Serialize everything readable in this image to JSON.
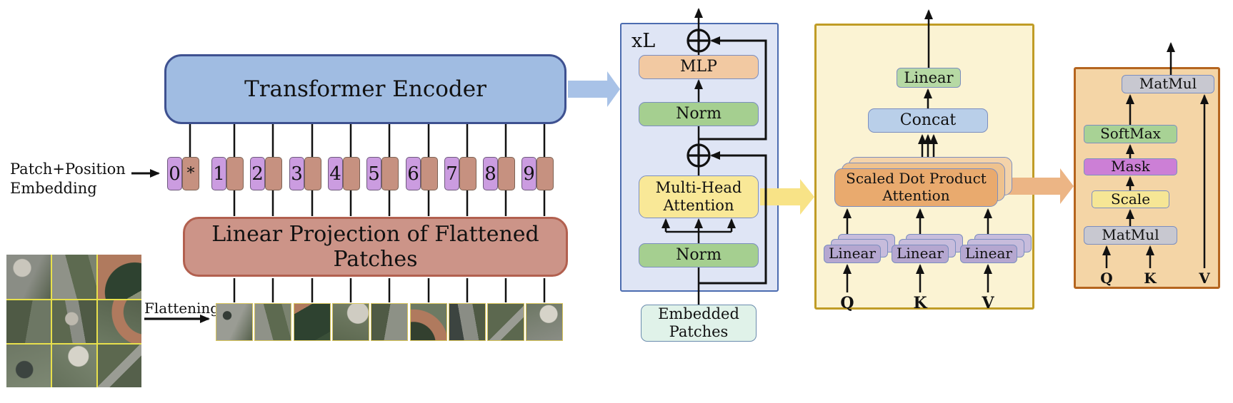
{
  "overview": {
    "embedding_label": "Patch+Position\nEmbedding",
    "encoder_label": "Transformer Encoder",
    "projection_label": "Linear Projection of Flattened Patches",
    "flattening_label": "Flattening",
    "tokens": [
      {
        "index": "0",
        "star": "*"
      },
      {
        "index": "1",
        "star": ""
      },
      {
        "index": "2",
        "star": ""
      },
      {
        "index": "3",
        "star": ""
      },
      {
        "index": "4",
        "star": ""
      },
      {
        "index": "5",
        "star": ""
      },
      {
        "index": "6",
        "star": ""
      },
      {
        "index": "7",
        "star": ""
      },
      {
        "index": "8",
        "star": ""
      },
      {
        "index": "9",
        "star": ""
      }
    ],
    "patch_count": 9
  },
  "encoder_panel": {
    "repeat_label": "xL",
    "mlp_label": "MLP",
    "norm_upper_label": "Norm",
    "mha_label": "Multi-Head\nAttention",
    "norm_lower_label": "Norm",
    "embedded_patches_label": "Embedded\nPatches"
  },
  "mha_panel": {
    "linear_out_label": "Linear",
    "concat_label": "Concat",
    "sdpa_label": "Scaled Dot Product\nAttention",
    "q_linear_label": "Linear",
    "k_linear_label": "Linear",
    "v_linear_label": "Linear",
    "q_label": "Q",
    "k_label": "K",
    "v_label": "V"
  },
  "sdpa_panel": {
    "matmul_top_label": "MatMul",
    "softmax_label": "SoftMax",
    "mask_label": "Mask",
    "scale_label": "Scale",
    "matmul_bottom_label": "MatMul",
    "q_label": "Q",
    "k_label": "K",
    "v_label": "V"
  },
  "colors": {
    "encoder_box_fill": "#a0bce2",
    "encoder_box_border": "#3e5190",
    "projection_box_fill": "#cc9488",
    "projection_box_border": "#b2604f",
    "token_purple": "#cb9ce0",
    "token_brown": "#c69180",
    "panel_blue_fill": "#dfe5f5",
    "panel_blue_border": "#4c6cb0",
    "mlp_fill": "#f2c9a2",
    "norm_fill": "#a5cf90",
    "mha_fill": "#f9e897",
    "embedded_fill": "#e0f2e9",
    "embedded_border": "#6b8cae",
    "panel_yellow_fill": "#fbf3d3",
    "panel_yellow_border": "#c09c26",
    "linear_green_fill": "#b6d9a4",
    "concat_fill": "#b9cfe9",
    "sdpa_fill": "#e9aa6e",
    "sdpa_back1": "#efc28e",
    "sdpa_back2": "#f4d3aa",
    "linear_purple_fill": "#b5a7d0",
    "linear_purple_back": "#c7bcdc",
    "panel_orange_fill": "#f4d5a6",
    "panel_orange_border": "#b5651f",
    "matmul_fill": "#c8c8d0",
    "softmax_fill": "#a8d295",
    "mask_fill": "#cc7fd6",
    "scale_fill": "#f6e695",
    "arrow_blue": "#a8c2e7",
    "arrow_yellow": "#f8e387",
    "arrow_orange": "#ecb585",
    "box_border": "#7c8ebf",
    "line_color": "#111111",
    "patch_border": "#d8c55a"
  }
}
